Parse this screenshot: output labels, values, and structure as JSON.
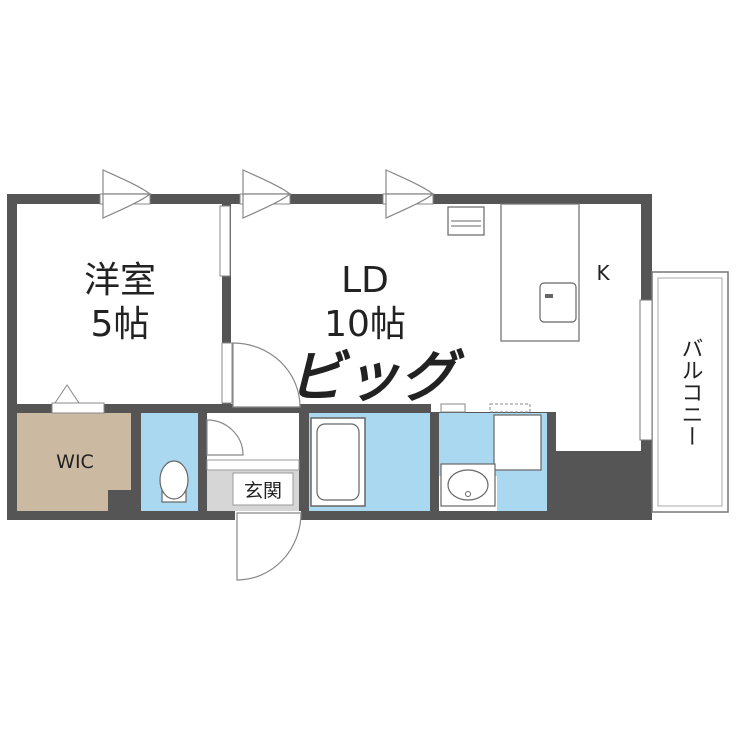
{
  "rooms": {
    "western_room": {
      "name": "洋室",
      "size": "5帖"
    },
    "living": {
      "name": "LD",
      "size": "10帖"
    },
    "kitchen": {
      "name": "K"
    },
    "wic": {
      "name": "WIC"
    },
    "entrance": {
      "name": "玄関"
    },
    "balcony": {
      "name": "バルコニー"
    }
  },
  "watermark": {
    "text": "ビッグ"
  },
  "colors": {
    "wall": "#555555",
    "wet_area": "#a9d8f0",
    "wic_floor": "#cbb9a1",
    "entrance_floor": "#d6d6d6",
    "background": "#ffffff"
  }
}
